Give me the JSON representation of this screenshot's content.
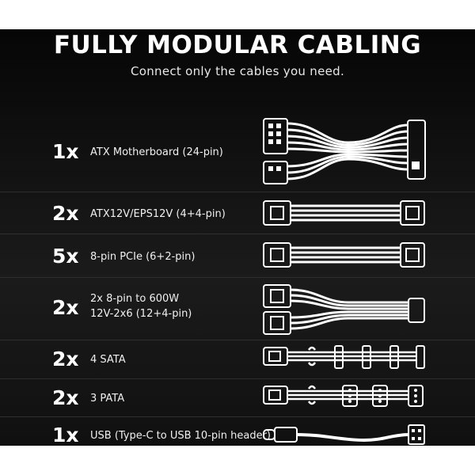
{
  "header": {
    "title": "FULLY MODULAR CABLING",
    "subtitle": "Connect only the cables you need."
  },
  "cables": [
    {
      "qty": "1x",
      "label": "ATX Motherboard (24-pin)"
    },
    {
      "qty": "2x",
      "label": "ATX12V/EPS12V (4+4-pin)"
    },
    {
      "qty": "5x",
      "label": "8-pin PCIe (6+2-pin)"
    },
    {
      "qty": "2x",
      "label_line1": "2x 8-pin to 600W",
      "label_line2": "12V-2x6 (12+4-pin)"
    },
    {
      "qty": "2x",
      "label": "4 SATA"
    },
    {
      "qty": "2x",
      "label": "3 PATA"
    },
    {
      "qty": "1x",
      "label": "USB (Type-C to USB 10-pin header)"
    }
  ],
  "colors": {
    "background": "#101010",
    "text": "#ffffff",
    "cable": "#ffffff"
  }
}
